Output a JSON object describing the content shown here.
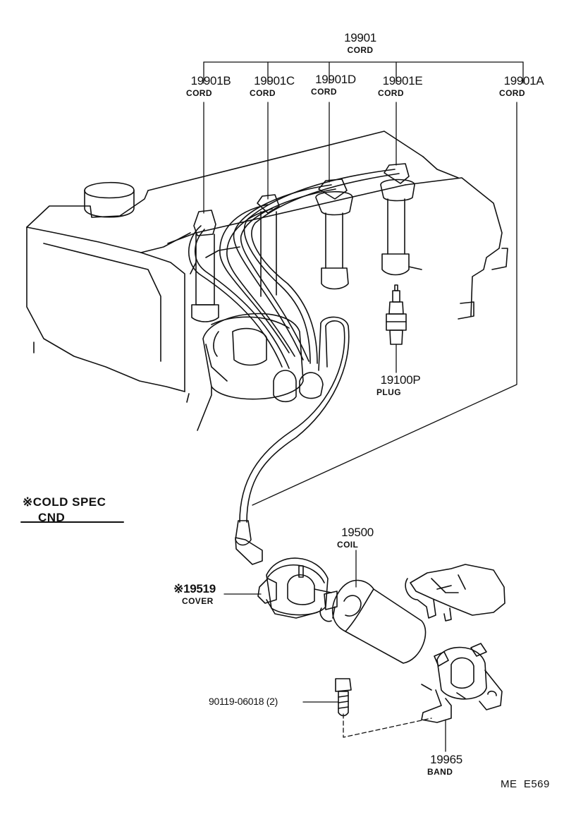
{
  "colors": {
    "ink": "#111111",
    "paper": "#ffffff"
  },
  "parts": {
    "cord_main": {
      "number": "19901",
      "name": "CORD"
    },
    "cord_b": {
      "number": "19901B",
      "name": "CORD"
    },
    "cord_c": {
      "number": "19901C",
      "name": "CORD"
    },
    "cord_d": {
      "number": "19901D",
      "name": "CORD"
    },
    "cord_e": {
      "number": "19901E",
      "name": "CORD"
    },
    "cord_a": {
      "number": "19901A",
      "name": "CORD"
    },
    "plug": {
      "number": "19100P",
      "name": "PLUG"
    },
    "coil": {
      "number": "19500",
      "name": "COIL"
    },
    "cover": {
      "number": "※19519",
      "name": "COVER"
    },
    "bolt": {
      "number": "90119-06018 (2)"
    },
    "band": {
      "number": "19965",
      "name": "BAND"
    }
  },
  "note": {
    "line1": "※COLD SPEC",
    "line2": "CND"
  },
  "footer": {
    "code": "ME  E569"
  }
}
